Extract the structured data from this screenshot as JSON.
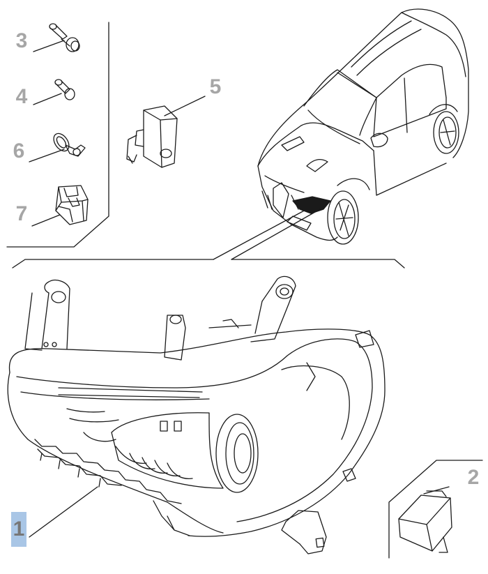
{
  "callouts": [
    {
      "id": "3",
      "label": "3"
    },
    {
      "id": "4",
      "label": "4"
    },
    {
      "id": "6",
      "label": "6"
    },
    {
      "id": "7",
      "label": "7"
    },
    {
      "id": "5",
      "label": "5"
    },
    {
      "id": "2",
      "label": "2"
    },
    {
      "id": "1",
      "label": "1",
      "highlighted": true
    }
  ],
  "colors": {
    "line": "#1a1a1a",
    "callout_text": "#a6a6a6",
    "highlight_bg": "#a9c6e6",
    "highlight_text": "#777777"
  }
}
